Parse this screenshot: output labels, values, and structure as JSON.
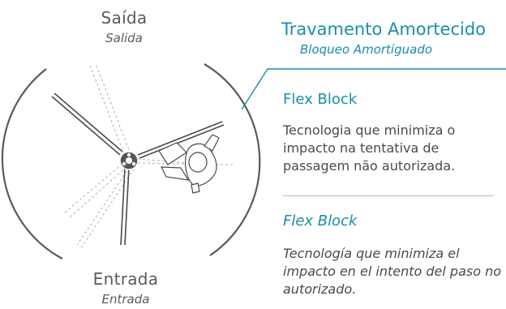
{
  "diagram": {
    "exit_pt": "Saída",
    "exit_es": "Salida",
    "entry_pt": "Entrada",
    "entry_es": "Entrada"
  },
  "header": {
    "title_pt": "Travamento Amortecido",
    "title_es": "Bloqueo Amortiguado"
  },
  "feature_pt": {
    "title": "Flex Block",
    "description": "Tecnologia que minimiza o impacto na tentativa de passagem não autorizada."
  },
  "feature_es": {
    "title": "Flex Block",
    "description": "Tecnología que minimiza el impacto en el intento del paso no autorizado."
  },
  "colors": {
    "accent": "#1a8fa8",
    "text": "#444444",
    "line": "#4a4a4a"
  },
  "icons": [
    "turnstile-hub-icon",
    "person-top-view-icon"
  ]
}
